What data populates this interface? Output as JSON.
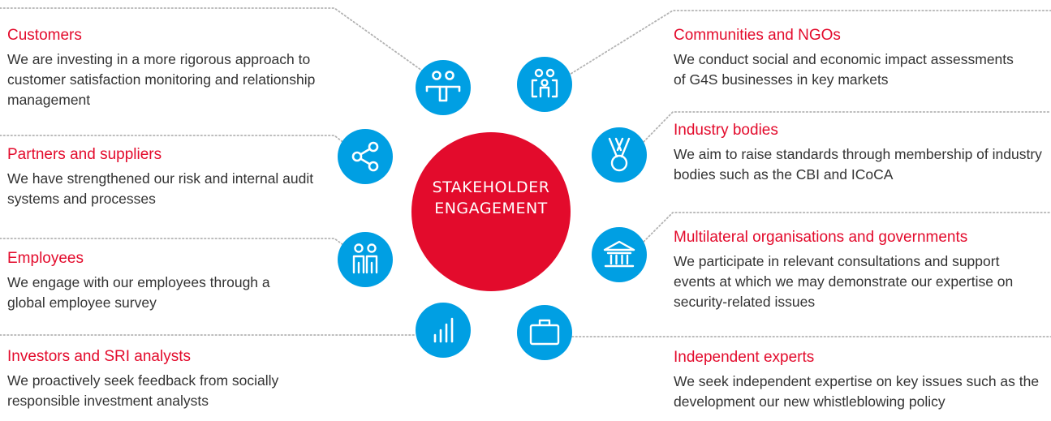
{
  "colors": {
    "accent_red": "#e30b2c",
    "icon_blue": "#009fe3",
    "body_text": "#333333",
    "dotted_line": "#b3b3b3"
  },
  "center": {
    "line1": "STAKEHOLDER",
    "line2": "ENGAGEMENT"
  },
  "stakeholders": [
    {
      "icon": "customer-service-icon",
      "title": "Customers",
      "desc": "We are investing in a more rigorous approach to customer satisfaction monitoring and relationship management"
    },
    {
      "icon": "share-network-icon",
      "title": "Partners and suppliers",
      "desc": "We have strengthened our risk and internal audit systems and processes"
    },
    {
      "icon": "people-icon",
      "title": "Employees",
      "desc": "We engage with our employees through a global employee survey"
    },
    {
      "icon": "bar-chart-icon",
      "title": "Investors and SRI analysts",
      "desc": "We proactively seek feedback from socially responsible investment analysts"
    },
    {
      "icon": "community-group-icon",
      "title": "Communities and NGOs",
      "desc": "We conduct social and economic impact assessments of G4S businesses in key markets"
    },
    {
      "icon": "medal-icon",
      "title": "Industry bodies",
      "desc": "We aim to raise standards through membership of industry bodies such as the CBI and ICoCA"
    },
    {
      "icon": "government-building-icon",
      "title": "Multilateral organisations and governments",
      "desc": "We participate in relevant consultations and support events at which we may demonstrate our expertise on security-related issues"
    },
    {
      "icon": "briefcase-icon",
      "title": "Independent experts",
      "desc": "We seek independent expertise on key issues such as the development our new whistleblowing policy"
    }
  ]
}
